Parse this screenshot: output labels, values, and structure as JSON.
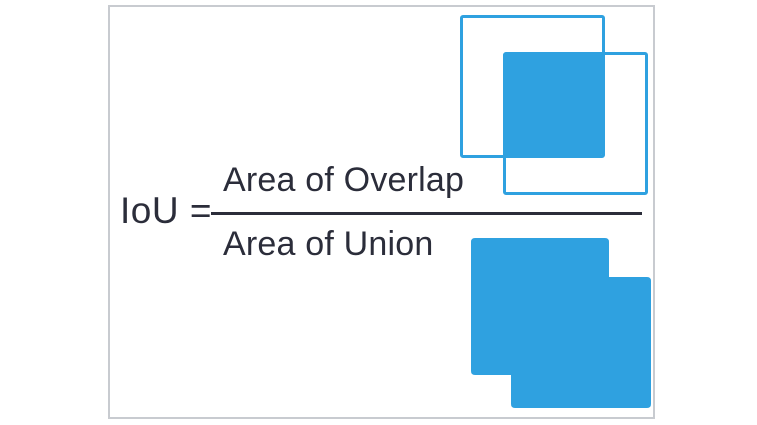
{
  "figure": {
    "title": "IoU formula diagram",
    "background_color": "#ffffff",
    "frame_border_color": "#c8cbd0",
    "accent_color": "#2fa1e0",
    "text_color": "#2b2d3a"
  },
  "formula": {
    "left_label": "IoU =",
    "numerator": "Area of Overlap",
    "denominator": "Area of Union",
    "fraction_bar_color": "#2b2d3a"
  },
  "diagrams": {
    "overlap": {
      "caption": "Area of Overlap",
      "square_a_label": "box-a-outline",
      "square_b_label": "box-b-outline",
      "intersection_label": "intersection-fill",
      "stroke_color": "#2fa1e0",
      "fill_color": "#2fa1e0"
    },
    "union": {
      "caption": "Area of Union",
      "shape_label": "union-region",
      "fill_color": "#2fa1e0"
    }
  }
}
